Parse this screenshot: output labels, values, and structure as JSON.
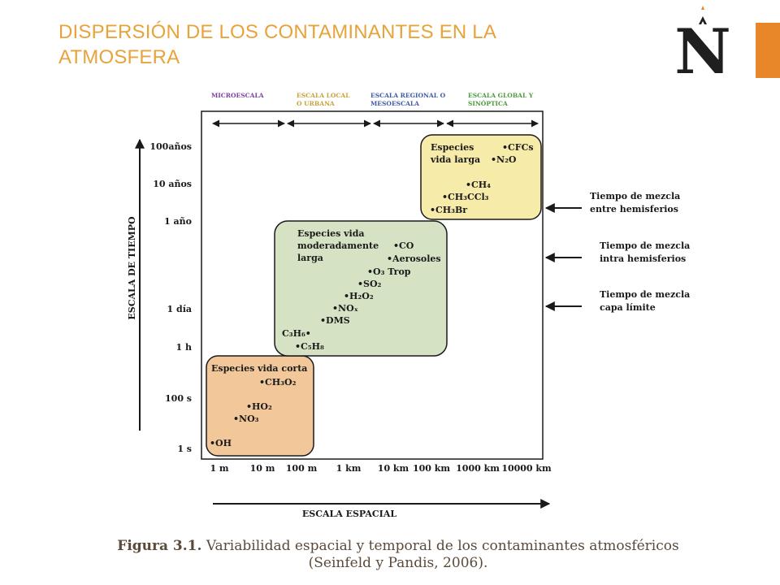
{
  "slide": {
    "title": "DISPERSIÓN DE LOS CONTAMINANTES EN LA ATMOSFERA"
  },
  "logo": {
    "letter": "N"
  },
  "colors": {
    "title": "#E8A33A",
    "logo_bar": "#E8872A",
    "short_box": "#F2C89A",
    "moderate_box": "#D6E2C4",
    "long_box": "#F6EBA8",
    "scale_micro": "#7B3FA0",
    "scale_local": "#C9A23A",
    "scale_regional": "#3E5AA8",
    "scale_global": "#4E9A3E"
  },
  "figure": {
    "scale_headers": [
      {
        "line1": "MICROESCALA",
        "line2": ""
      },
      {
        "line1": "ESCALA LOCAL",
        "line2": "O URBANA"
      },
      {
        "line1": "ESCALA REGIONAL O",
        "line2": "MESOESCALA"
      },
      {
        "line1": "ESCALA GLOBAL Y",
        "line2": "SINÓPTICA"
      }
    ],
    "y_axis_label": "ESCALA DE TIEMPO",
    "x_axis_label": "ESCALA ESPACIAL",
    "y_ticks": [
      "100años",
      "10 años",
      "1 año",
      "1 día",
      "1 h",
      "100 s",
      "1 s"
    ],
    "x_ticks": [
      "1 m",
      "10 m",
      "100 m",
      "1 km",
      "10 km",
      "100 km",
      "1000 km",
      "10000 km"
    ],
    "boxes": {
      "short": {
        "title": "Especies vida corta",
        "species": [
          "•CH₃O₂",
          "•HO₂",
          "•NO₃",
          "•OH"
        ]
      },
      "moderate": {
        "title_line1": "Especies vida",
        "title_line2": "moderadamente",
        "title_line3": "larga",
        "species": [
          "•CO",
          "•Aerosoles",
          "•O₃ Trop",
          "•SO₂",
          "•H₂O₂",
          "•NOₓ",
          "•DMS",
          "C₃H₆•",
          "•C₅H₈"
        ]
      },
      "long": {
        "title_line1": "Especies",
        "title_line2": "vida larga",
        "species": [
          "•CFCs",
          "•N₂O",
          "•CH₄",
          "•CH₃CCl₃",
          "•CH₃Br"
        ]
      }
    },
    "mixing_times": [
      {
        "line1": "Tiempo de mezcla",
        "line2": "entre hemisferios"
      },
      {
        "line1": "Tiempo de mezcla",
        "line2": "intra hemisferios"
      },
      {
        "line1": "Tiempo de mezcla",
        "line2": "capa límite"
      }
    ],
    "caption": {
      "label": "Figura 3.1.",
      "line1": "Variabilidad espacial y temporal de los contaminantes atmosféricos",
      "line2": "(Seinfeld y Pandis, 2006)."
    }
  }
}
